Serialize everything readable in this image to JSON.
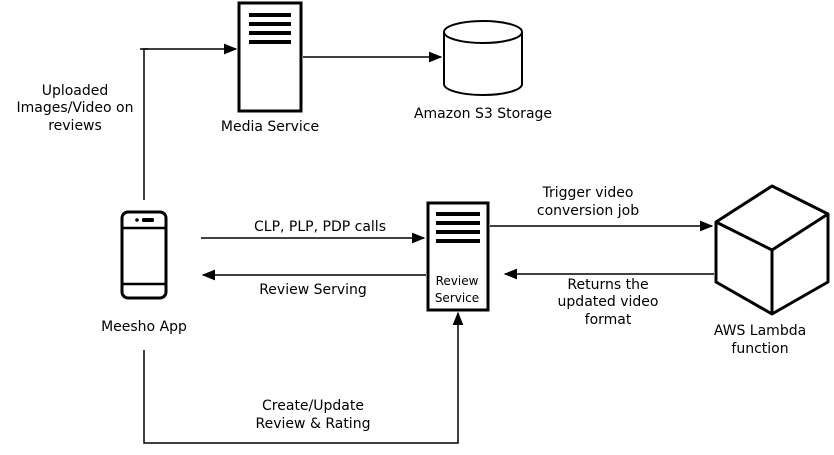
{
  "nodes": {
    "media_service": {
      "label": "Media Service"
    },
    "s3_storage": {
      "label": "Amazon S3 Storage"
    },
    "meesho_app": {
      "label": "Meesho App"
    },
    "review_service": {
      "label_line1": "Review",
      "label_line2": "Service"
    },
    "lambda": {
      "label_line1": "AWS Lambda",
      "label_line2": "function"
    }
  },
  "edges": {
    "upload": {
      "line1": "Uploaded",
      "line2": "Images/Video on",
      "line3": "reviews"
    },
    "calls": {
      "label": "CLP, PLP, PDP calls"
    },
    "serving": {
      "label": "Review Serving"
    },
    "trigger": {
      "line1": "Trigger video",
      "line2": "conversion job"
    },
    "returns": {
      "line1": "Returns the",
      "line2": "updated video",
      "line3": "format"
    },
    "create": {
      "line1": "Create/Update",
      "line2": "Review & Rating"
    }
  }
}
